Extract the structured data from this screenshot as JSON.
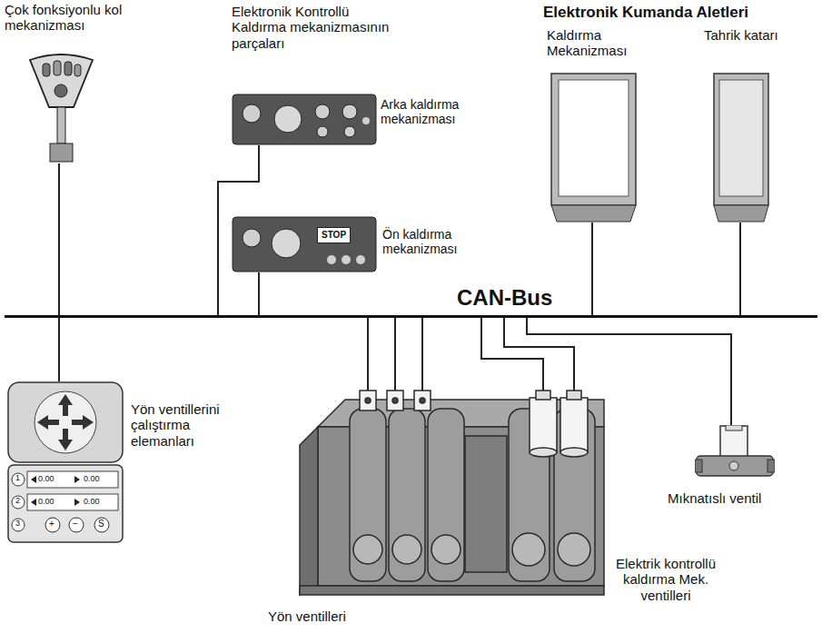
{
  "diagram": {
    "nodes": [
      {
        "text": [
          "Çok fonksiyonlu kol mekanizması"
        ]
      },
      {
        "text": [
          "Arka kaldırma mekanizması"
        ]
      },
      {
        "text": [
          "STOP",
          "Ön kaldırma mekanizması"
        ]
      },
      {
        "text": [
          "Kaldırma Mekanizması"
        ]
      },
      {
        "text": [
          "Tahrik katarı"
        ]
      },
      {
        "text": [
          "CAN-Bus"
        ]
      },
      {
        "text": [
          "Yön ventillerini çalıştırma elemanları",
          "1",
          "0.00",
          "0.00",
          "2",
          "0.00",
          "0.00",
          "3",
          "+",
          "−",
          "S"
        ]
      },
      {
        "text": [
          "Yön ventilleri"
        ]
      },
      {
        "text": [
          "Elektrik kontrollü kaldırma Mek. ventilleri"
        ]
      },
      {
        "text": [
          "Mıknatıslı ventil"
        ]
      }
    ],
    "edges": [
      {
        "from": 0,
        "to": 5,
        "arrow": "none"
      },
      {
        "from": 1,
        "to": 5,
        "arrow": "none"
      },
      {
        "from": 2,
        "to": 5,
        "arrow": "none"
      },
      {
        "from": 3,
        "to": 5,
        "arrow": "none"
      },
      {
        "from": 4,
        "to": 5,
        "arrow": "none"
      },
      {
        "from": 5,
        "to": 6,
        "arrow": "none"
      },
      {
        "from": 5,
        "to": 7,
        "arrow": "none"
      },
      {
        "from": 5,
        "to": 7,
        "arrow": "none"
      },
      {
        "from": 5,
        "to": 7,
        "arrow": "none"
      },
      {
        "from": 5,
        "to": 8,
        "arrow": "none"
      },
      {
        "from": 5,
        "to": 8,
        "arrow": "none"
      },
      {
        "from": 5,
        "to": 9,
        "arrow": "none"
      }
    ],
    "labels": [
      "Elektronik Kontrollü Kaldırma mekanizmasının parçaları",
      "Elektronik Kumanda Aletleri"
    ]
  }
}
